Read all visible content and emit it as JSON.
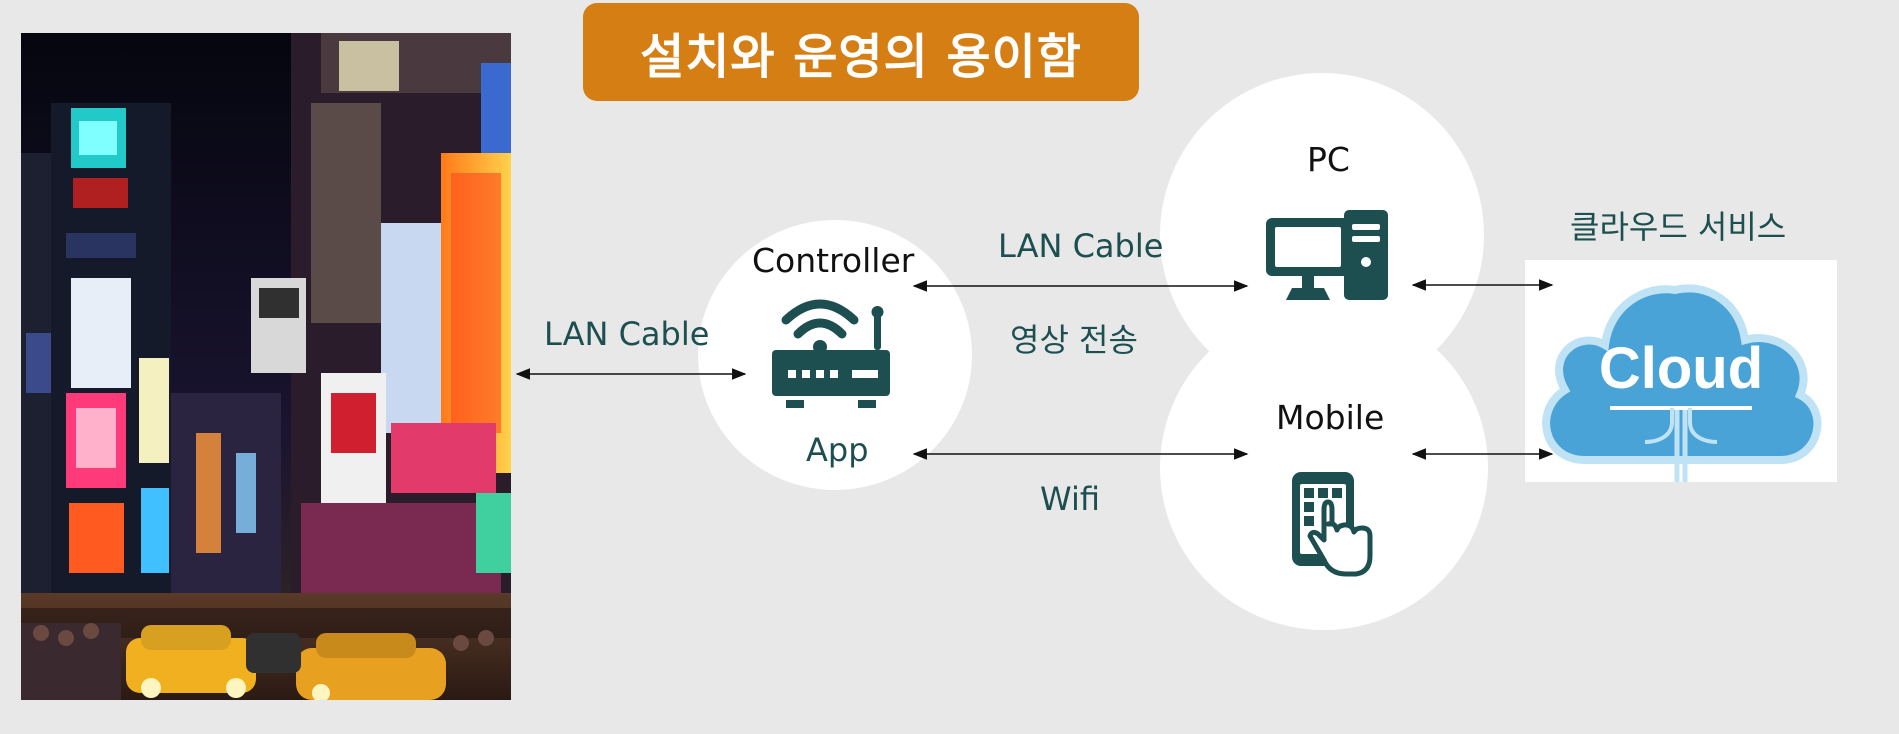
{
  "title": "설치와 운영의 용이함",
  "photo": {
    "icon": "city-night-photo"
  },
  "links": {
    "photo_to_controller": "LAN Cable",
    "controller_to_pc_top": "LAN Cable",
    "controller_to_pc_bottom": "영상 전송",
    "app_to_mobile": "Wifi"
  },
  "nodes": {
    "controller": {
      "label": "Controller",
      "sublabel": "App",
      "icon": "router-icon"
    },
    "pc": {
      "label": "PC",
      "icon": "desktop-computer-icon"
    },
    "mobile": {
      "label": "Mobile",
      "icon": "touch-phone-icon"
    },
    "cloud_service": {
      "label": "클라우드 서비스",
      "icon": "cloud-icon",
      "icon_text": "Cloud"
    }
  },
  "colors": {
    "title_bg": "#d47e14",
    "icon_teal": "#1d4f51",
    "cloud_blue": "#4aa3d6",
    "background": "#e8e8e8"
  }
}
